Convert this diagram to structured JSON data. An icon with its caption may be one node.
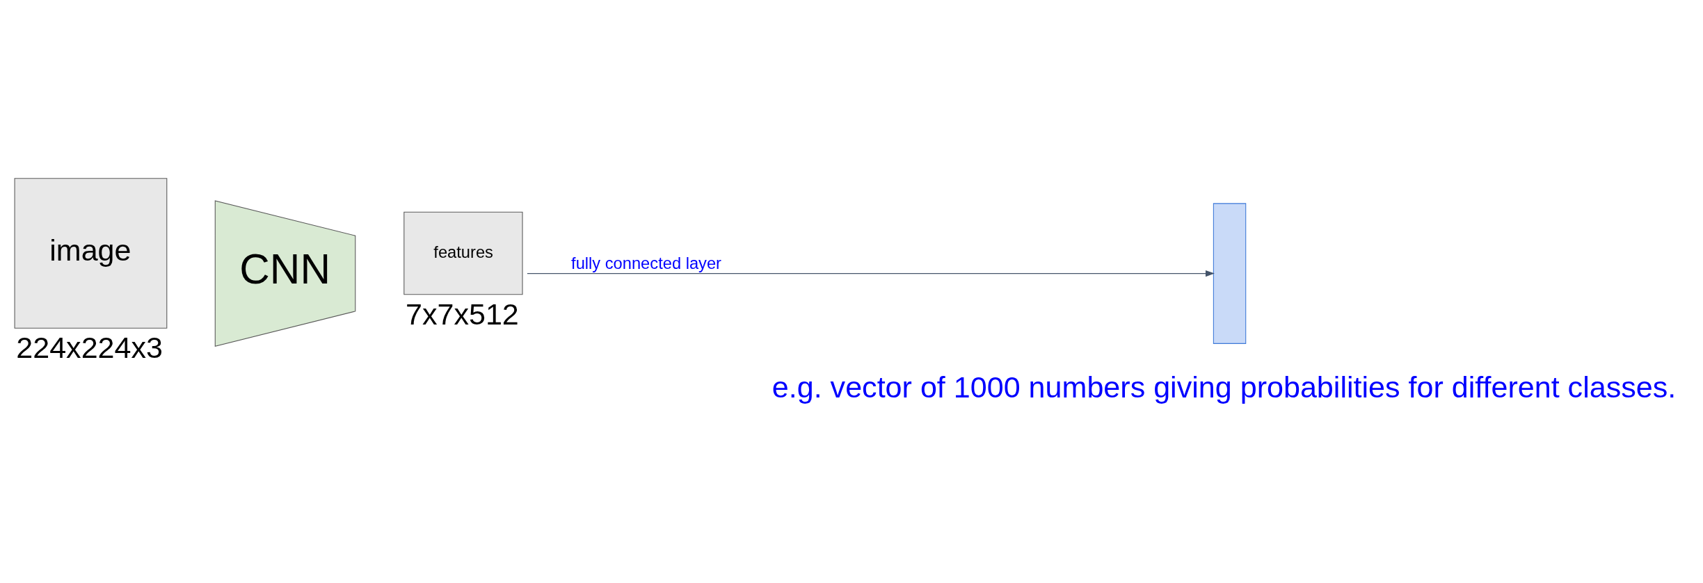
{
  "diagram": {
    "nodes": [
      {
        "text": [
          "image"
        ],
        "beside": [
          "224x224x3"
        ]
      },
      {
        "text": [
          "CNN"
        ]
      },
      {
        "text": [
          "features"
        ],
        "beside": [
          "7x7x512"
        ]
      },
      {
        "text": [],
        "shape": "bar"
      }
    ],
    "edges": [
      {
        "from": 2,
        "to": 3,
        "arrow": "to",
        "label": "fully connected layer"
      }
    ],
    "labels": [
      "e.g. vector of 1000 numbers giving probabilities for different classes."
    ]
  }
}
